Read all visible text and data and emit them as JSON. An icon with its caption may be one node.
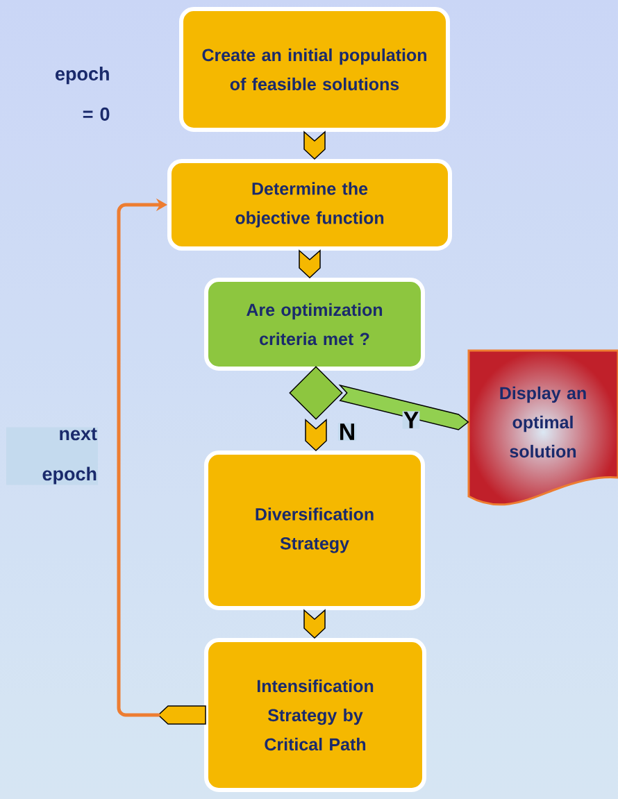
{
  "diagram": {
    "nodes": [
      {
        "text": [
          "Create an initial population of feasible solutions"
        ]
      },
      {
        "text": [
          "Determine the objective function"
        ]
      },
      {
        "text": [
          "Are optimization criteria met ?"
        ]
      },
      {
        "text": [],
        "shape": "diamond"
      },
      {
        "text": [
          "Display an optimal solution"
        ]
      },
      {
        "text": [
          "Diversification Strategy"
        ]
      },
      {
        "text": [
          "Intensification Strategy by Critical Path"
        ]
      }
    ],
    "edges": [
      {
        "from": 0,
        "to": 1,
        "arrow": "to"
      },
      {
        "from": 1,
        "to": 2,
        "arrow": "to"
      },
      {
        "from": 3,
        "to": 4,
        "arrow": "to",
        "label": "Y",
        "color": "#92d050"
      },
      {
        "from": 3,
        "to": 5,
        "arrow": "to",
        "label": "N"
      },
      {
        "from": 5,
        "to": 6,
        "arrow": "to"
      },
      {
        "from": 6,
        "to": 1,
        "arrow": "to",
        "label": "next epoch",
        "color": "#ed7d31"
      }
    ],
    "labels": [
      "epoch = 0"
    ]
  }
}
